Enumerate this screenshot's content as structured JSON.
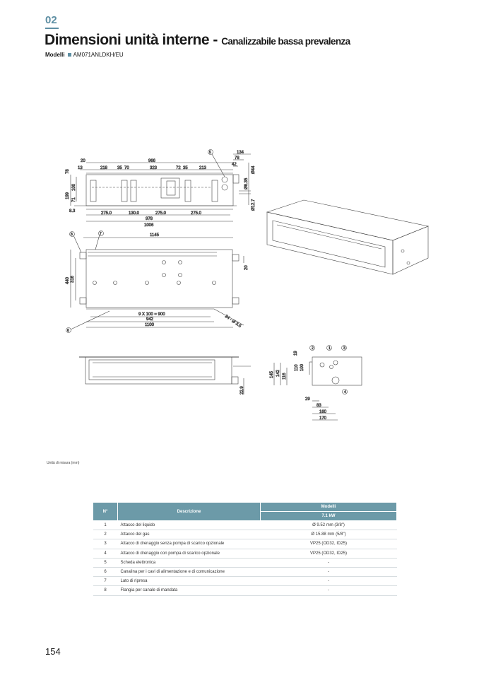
{
  "header": {
    "section": "02",
    "title": "Dimensioni unità interne -",
    "subtitle": "Canalizzabile bassa prevalenza",
    "models_label": "Modelli",
    "model": "AM071ANLDKH/EU"
  },
  "drawings": {
    "top": {
      "d20": "20",
      "d966": "966",
      "d13": "13",
      "d218": "218",
      "d35a": "35",
      "d70": "70",
      "d323": "323",
      "d72": "72",
      "d35b": "35",
      "d213": "213",
      "d134": "134",
      "d78": "78",
      "d42": "42",
      "d78v": "78",
      "d199": "199",
      "d100": "100",
      "d71": "71",
      "d83": "8.3",
      "d275a": "275.0",
      "d130": "130.0",
      "d275b": "275.0",
      "d275c": "275.0",
      "d978": "978",
      "d1006": "1006",
      "phi44": "Ø44",
      "phi635": "Ø6.35",
      "phi127": "Ø12.7",
      "c5": "5"
    },
    "plan": {
      "d1145": "1145",
      "d440": "440",
      "d316": "316",
      "d20": "20",
      "d900": "9 X 100 = 900",
      "d942": "942",
      "d1100": "1100",
      "holes": "24 - Ø 3.5",
      "c8": "8",
      "c7": "7",
      "c6": "6"
    },
    "front": {
      "d229": "22.9"
    },
    "side": {
      "d19": "19",
      "d145": "145",
      "d142": "142",
      "d116": "116",
      "d110": "110",
      "d100": "100",
      "d29": "29",
      "d83": "83",
      "d160": "160",
      "d170": "170",
      "c1": "1",
      "c2": "2",
      "c3": "3",
      "c4": "4"
    }
  },
  "unit_note": "Unità di misura (mm)",
  "table": {
    "headers": {
      "n": "N°",
      "desc": "Descrizione",
      "models": "Modelli",
      "capacity": "7.1 kW"
    },
    "rows": [
      {
        "n": "1",
        "desc": "Attacco del liquido",
        "value": "Ø 9.52 mm (3/8\")"
      },
      {
        "n": "2",
        "desc": "Attacco del gas",
        "value": "Ø 15.88 mm (5/8\")"
      },
      {
        "n": "3",
        "desc": "Attacco di drenaggio senza pompa di scarico opzionale",
        "value": "VP25 (OD32, ID25)"
      },
      {
        "n": "4",
        "desc": "Attacco di drenaggio con pompa di scarico opzionale",
        "value": "VP25 (OD32, ID25)"
      },
      {
        "n": "5",
        "desc": "Scheda elettronica",
        "value": "-"
      },
      {
        "n": "6",
        "desc": "Canalina per i cavi di alimentazione e di comunicazione",
        "value": "-"
      },
      {
        "n": "7",
        "desc": "Lato di ripresa",
        "value": "-"
      },
      {
        "n": "8",
        "desc": "Flangia per canale di mandata",
        "value": "-"
      }
    ]
  },
  "page_number": "154"
}
